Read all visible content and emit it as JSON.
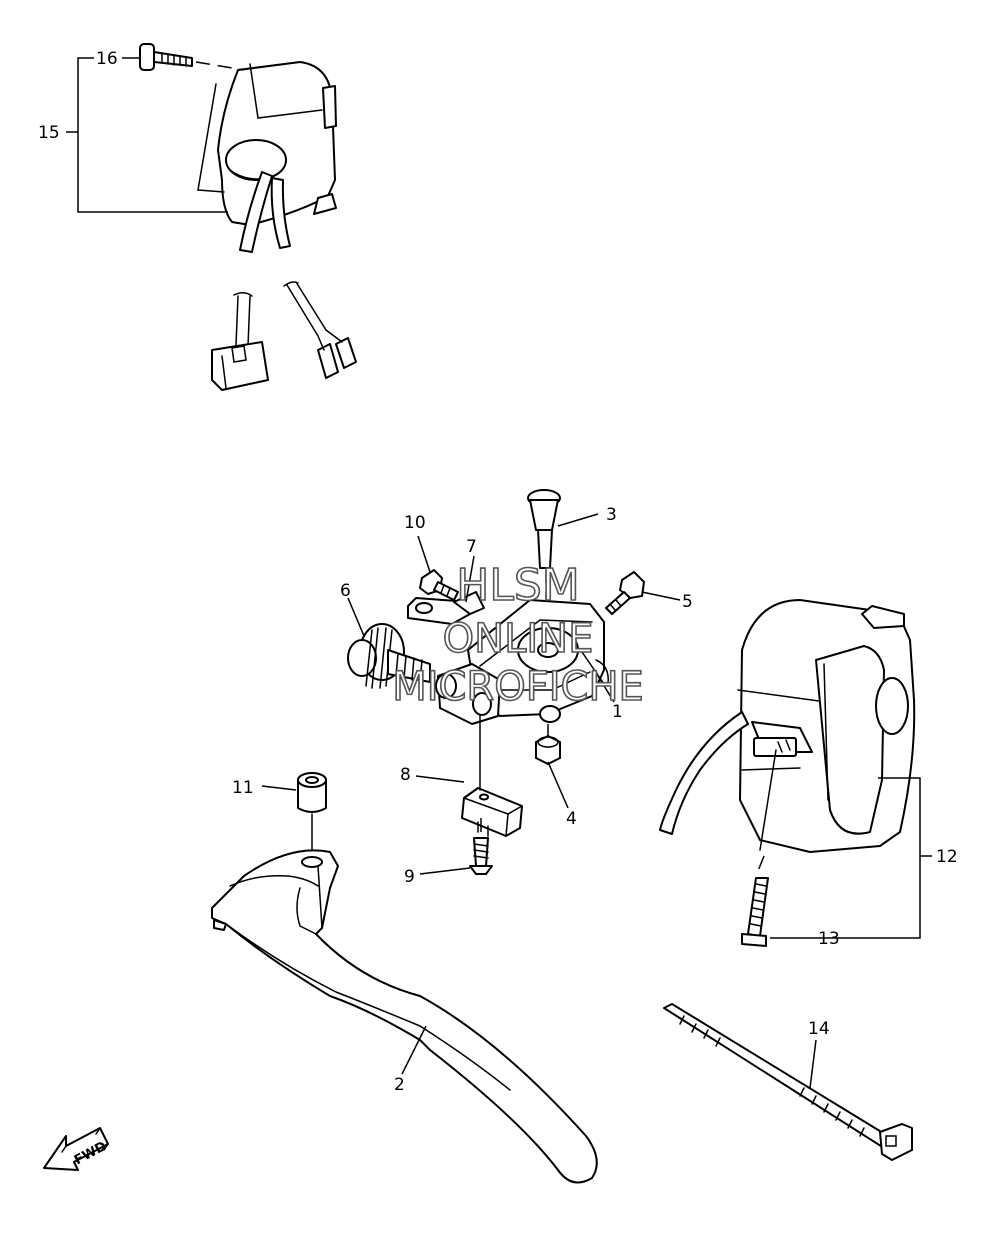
{
  "watermark": {
    "line1": "HLSM",
    "line2": "ONLINE",
    "line3": "MICROFICHE"
  },
  "callouts": {
    "c1": "1",
    "c2": "2",
    "c3": "3",
    "c4": "4",
    "c5": "5",
    "c6": "6",
    "c7": "7",
    "c8": "8",
    "c9": "9",
    "c10": "10",
    "c11": "11",
    "c12": "12",
    "c13": "13",
    "c14": "14",
    "c15": "15",
    "c16": "16"
  },
  "fwd_label": "FWD"
}
